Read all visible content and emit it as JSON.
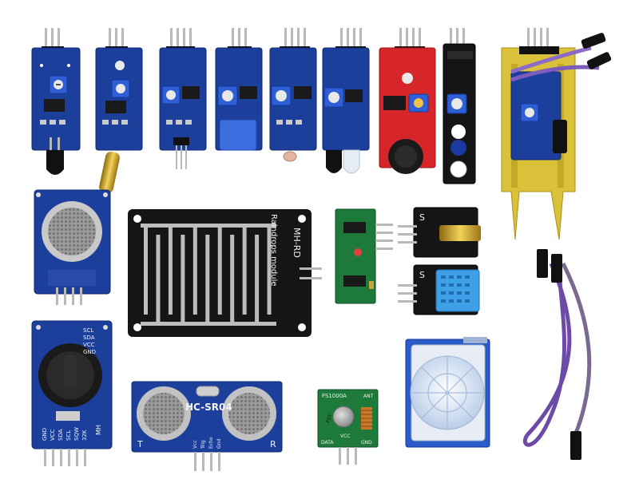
{
  "rain_sensor": {
    "model": "MH-RD",
    "caption": "Raindrops module"
  },
  "ultrasonic": {
    "model": "HC-SR04",
    "left_mark": "T",
    "right_mark": "R",
    "pins": [
      "Vcc",
      "Trig",
      "Echo",
      "Gnd"
    ]
  },
  "rf_transmitter": {
    "model": "FS1000A",
    "ant": "ANT",
    "data": "DATA",
    "vcc": "VCC",
    "gnd": "GND",
    "chip": "FST"
  },
  "rtc": {
    "pins_left": [
      "SCL",
      "SDA",
      "VCC",
      "GND"
    ],
    "pins_bottom": [
      "32K",
      "SQW",
      "SCL",
      "SDA",
      "VCC",
      "GND"
    ],
    "brand": "MH"
  },
  "pin_marks": [
    "S",
    "S"
  ],
  "colors": {
    "pcb_blue": "#1b3f9a",
    "pcb_red": "#d7262a",
    "pcb_green": "#1d7a3a",
    "pcb_black": "#151515",
    "probe_yellow": "#d9c23a",
    "wire_purple": "#6e4aa8",
    "pot_blue": "#2f5fd6",
    "dht_blue": "#3fa0e8"
  }
}
